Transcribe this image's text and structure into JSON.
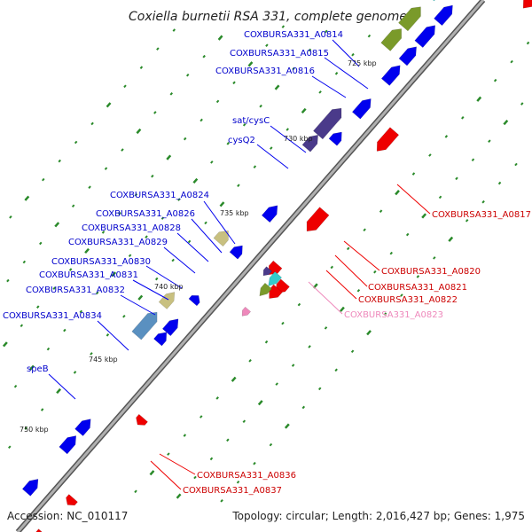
{
  "title": "Coxiella burnetii RSA 331, complete genome",
  "footer": {
    "accession": "Accession: NC_010117",
    "topology": "Topology: circular; Length: 2,016,427 bp; Genes: 1,975"
  },
  "colors": {
    "backbone": "#8c8c8c",
    "forward_cds": "#0000ee",
    "reverse_cds": "#ee0000",
    "label_forward": "#0000cc",
    "label_reverse": "#cc0000",
    "label_pseudo": "#ee88bb",
    "tick": "#228822"
  },
  "kbp_labels": [
    "725 kbp",
    "730 kbp",
    "735 kbp",
    "740 kbp",
    "745 kbp",
    "750 kbp"
  ],
  "labels_top_left": [
    "COXBURSA331_A0814",
    "COXBURSA331_A0815",
    "COXBURSA331_A0816",
    "sat/cysC",
    "cysQ2",
    "COXBURSA331_A0824",
    "COXBURSA331_A0826",
    "COXBURSA331_A0828",
    "COXBURSA331_A0829",
    "COXBURSA331_A0830",
    "COXBURSA331_A0831",
    "COXBURSA331_A0832",
    "COXBURSA331_A0834",
    "speB"
  ],
  "labels_right": [
    "COXBURSA331_A0817",
    "COXBURSA331_A0820",
    "COXBURSA331_A0821",
    "COXBURSA331_A0822",
    "COXBURSA331_A0823",
    "COXBURSA331_A0836",
    "COXBURSA331_A0837"
  ]
}
